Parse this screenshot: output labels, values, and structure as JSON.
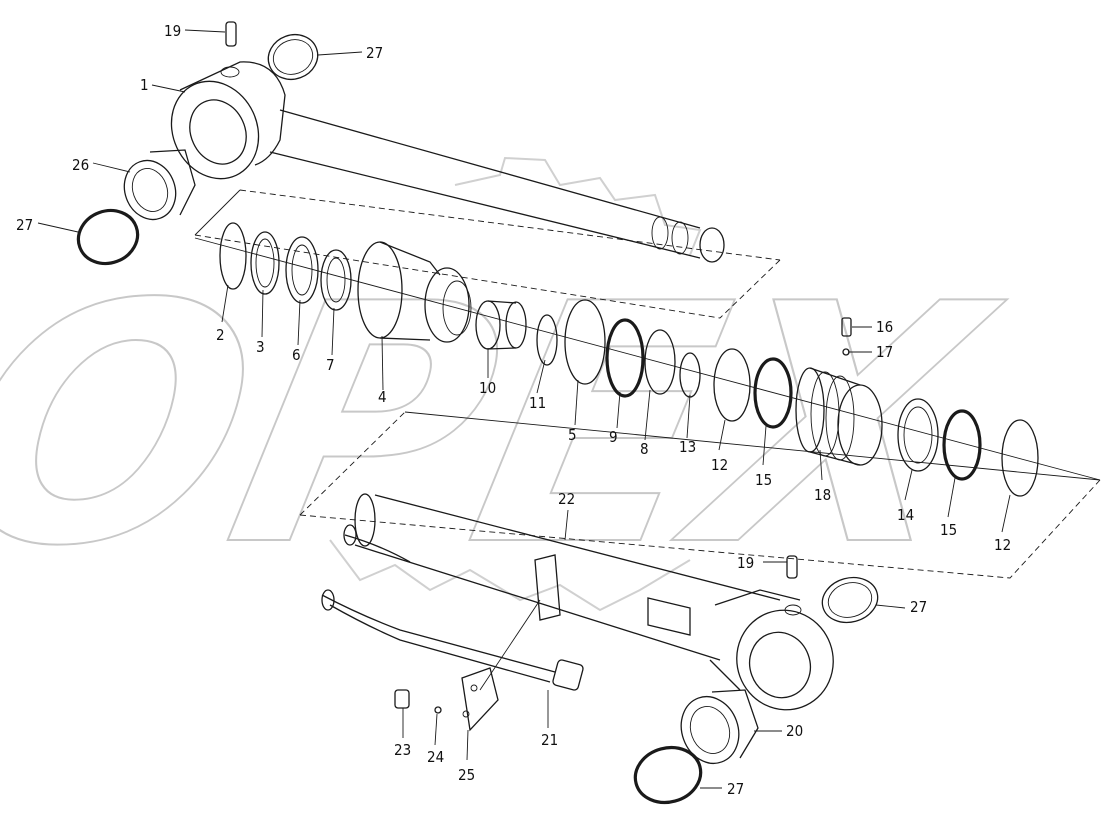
{
  "watermark": {
    "text": "OPEX"
  },
  "callouts": [
    {
      "id": "c19a",
      "text": "19"
    },
    {
      "id": "c27a",
      "text": "27"
    },
    {
      "id": "c1",
      "text": "1"
    },
    {
      "id": "c26",
      "text": "26"
    },
    {
      "id": "c27b",
      "text": "27"
    },
    {
      "id": "c2",
      "text": "2"
    },
    {
      "id": "c3",
      "text": "3"
    },
    {
      "id": "c6",
      "text": "6"
    },
    {
      "id": "c7",
      "text": "7"
    },
    {
      "id": "c4",
      "text": "4"
    },
    {
      "id": "c10",
      "text": "10"
    },
    {
      "id": "c11",
      "text": "11"
    },
    {
      "id": "c5",
      "text": "5"
    },
    {
      "id": "c9",
      "text": "9"
    },
    {
      "id": "c8",
      "text": "8"
    },
    {
      "id": "c13",
      "text": "13"
    },
    {
      "id": "c12a",
      "text": "12"
    },
    {
      "id": "c15a",
      "text": "15"
    },
    {
      "id": "c18",
      "text": "18"
    },
    {
      "id": "c16",
      "text": "16"
    },
    {
      "id": "c17",
      "text": "17"
    },
    {
      "id": "c14",
      "text": "14"
    },
    {
      "id": "c15b",
      "text": "15"
    },
    {
      "id": "c12b",
      "text": "12"
    },
    {
      "id": "c22",
      "text": "22"
    },
    {
      "id": "c19b",
      "text": "19"
    },
    {
      "id": "c27c",
      "text": "27"
    },
    {
      "id": "c20",
      "text": "20"
    },
    {
      "id": "c27d",
      "text": "27"
    },
    {
      "id": "c21",
      "text": "21"
    },
    {
      "id": "c23",
      "text": "23"
    },
    {
      "id": "c24",
      "text": "24"
    },
    {
      "id": "c25",
      "text": "25"
    }
  ]
}
